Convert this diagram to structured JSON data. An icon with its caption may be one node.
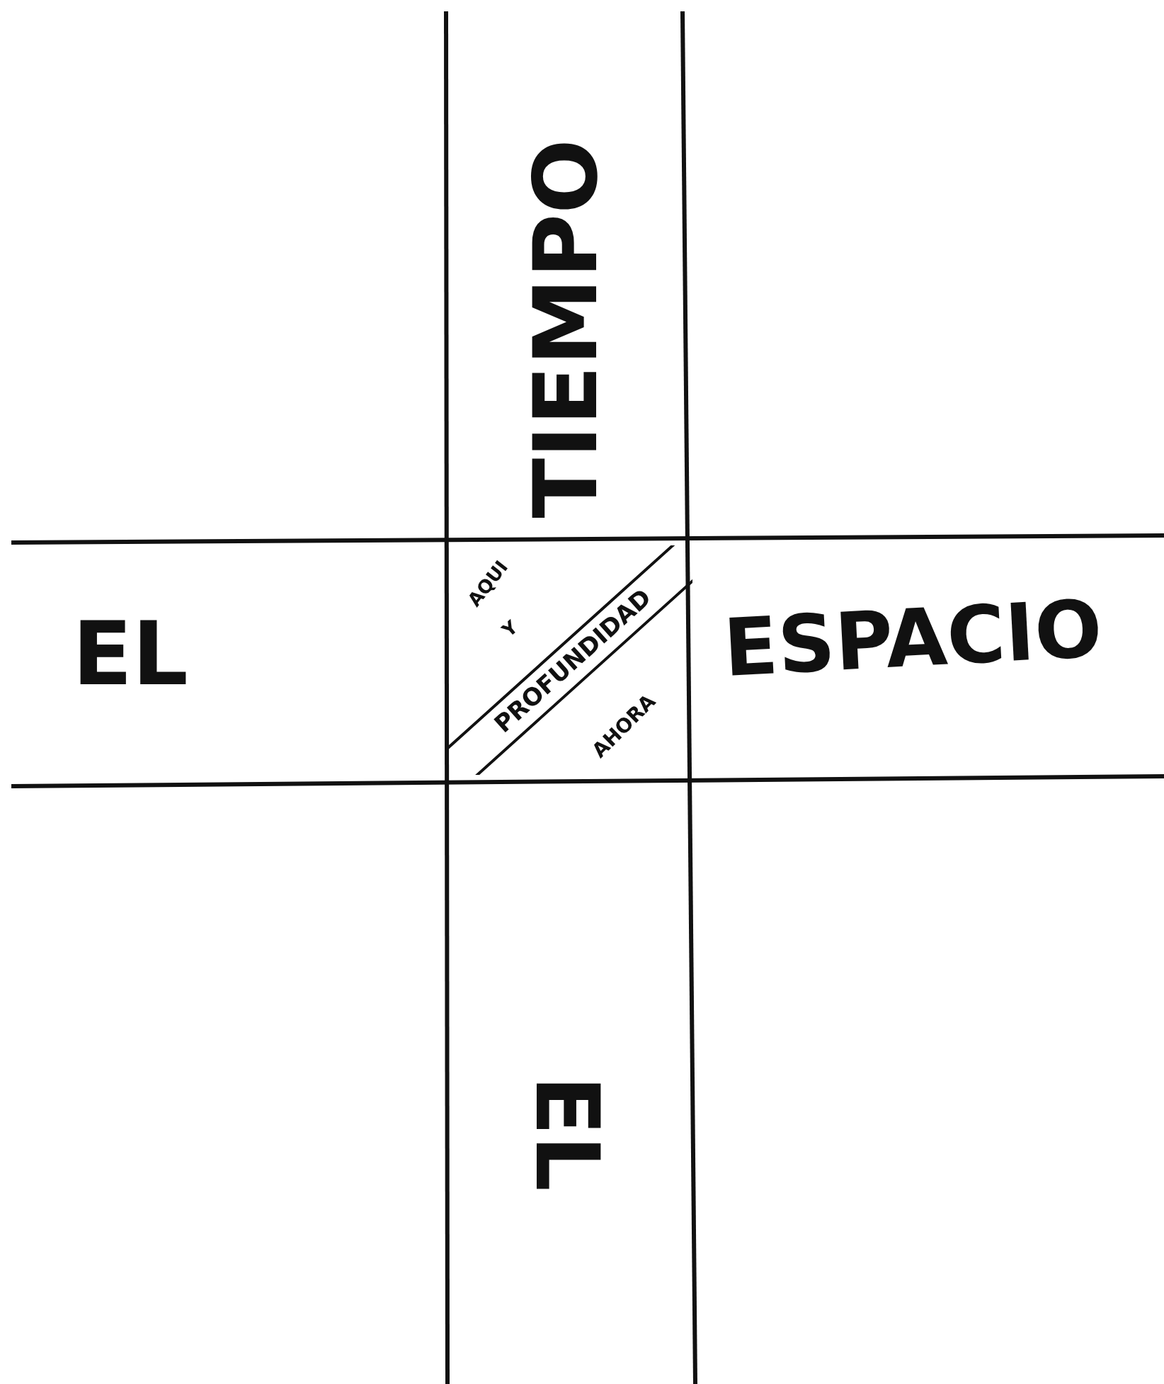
{
  "diagram": {
    "nodes": [
      {
        "text": [
          "PROFUNDIDAD"
        ]
      }
    ],
    "labels": [
      "TIEMPO",
      "EL",
      "AQUI",
      "Y",
      "ESPACIO",
      "AHORA",
      "EL"
    ]
  }
}
